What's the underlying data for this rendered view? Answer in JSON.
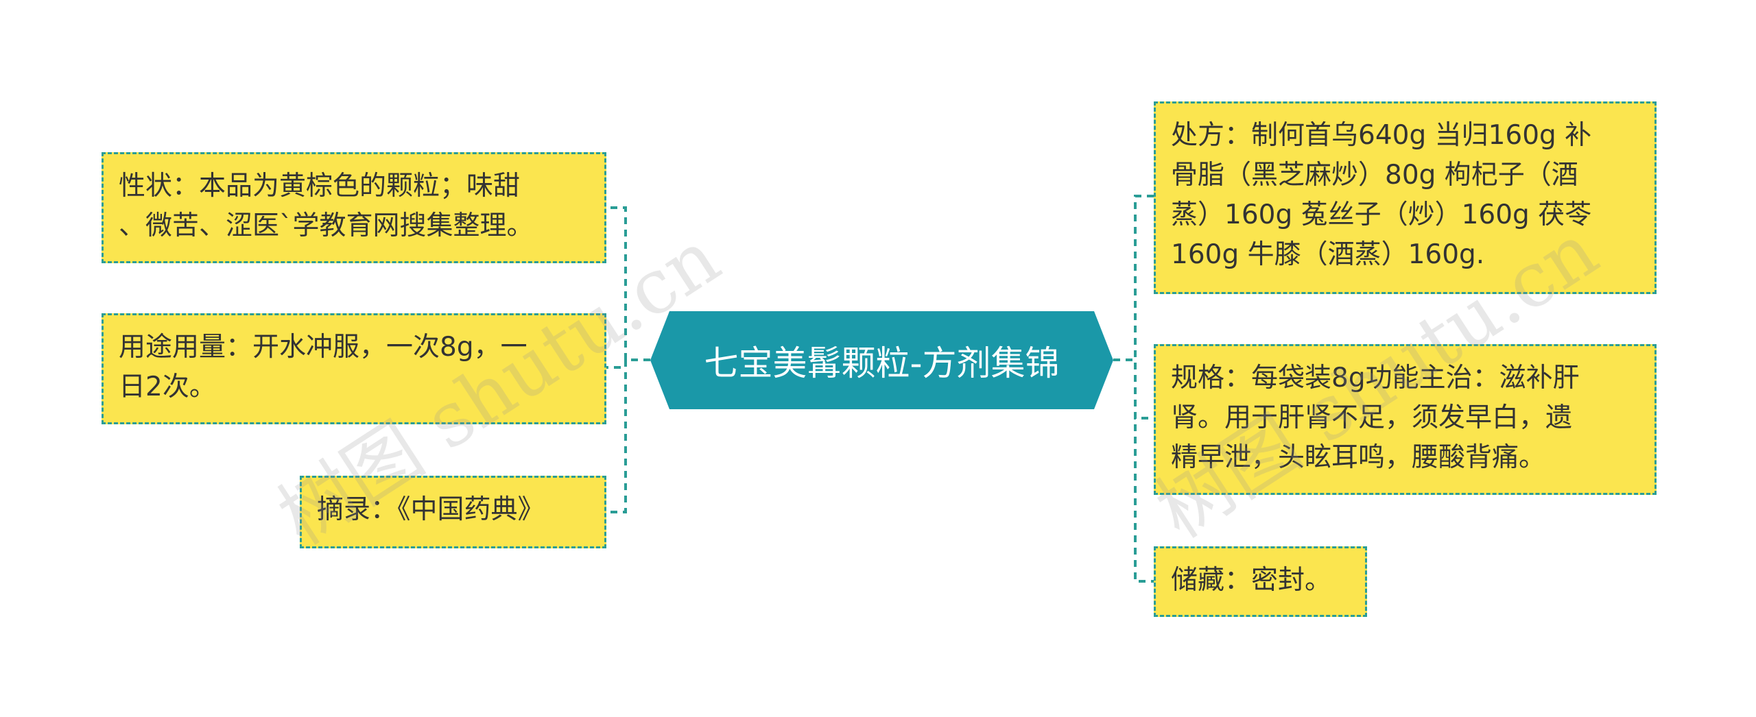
{
  "center": {
    "title": "七宝美髯颗粒-方剂集锦"
  },
  "left": [
    {
      "text": "性状：本品为黄棕色的颗粒；味甜\n、微苦、涩医`学教育网搜集整理。"
    },
    {
      "text": "用途用量：开水冲服，一次8g，一\n日2次。"
    },
    {
      "text": "摘录：《中国药典》"
    }
  ],
  "right": [
    {
      "text": "处方：制何首乌640g 当归160g 补\n骨脂（黑芝麻炒）80g 枸杞子（酒\n蒸）160g 菟丝子（炒）160g 茯苓\n160g 牛膝（酒蒸）160g."
    },
    {
      "text": "规格：每袋装8g功能主治：滋补肝\n肾。用于肝肾不足，须发早白，遗\n精早泄，头眩耳鸣，腰酸背痛。"
    },
    {
      "text": "储藏：密封。"
    }
  ],
  "watermarks": [
    "树图 shutu.cn",
    "树图 shutu.cn"
  ],
  "colors": {
    "center_fill": "#1a98a8",
    "node_fill": "#fbe54f",
    "node_border": "#2a9d96",
    "connector": "#2a9d96"
  }
}
